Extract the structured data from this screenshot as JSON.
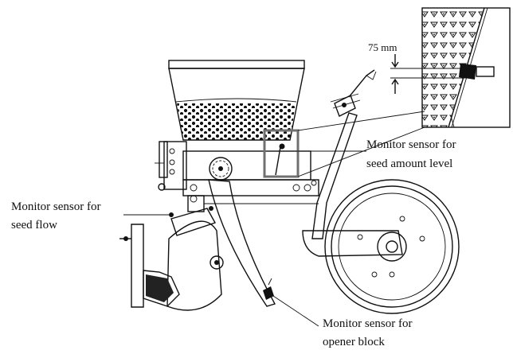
{
  "figure": {
    "labels": {
      "seed_amount_level": [
        "Monitor sensor for",
        "seed amount level"
      ],
      "seed_flow": [
        "Monitor sensor for",
        "seed flow"
      ],
      "opener_block": [
        "Monitor sensor for",
        "opener block"
      ],
      "inset_dimension": "75 mm"
    },
    "colors": {
      "ink": "#111111",
      "highlight_box": "#707070",
      "background": "#ffffff"
    }
  }
}
